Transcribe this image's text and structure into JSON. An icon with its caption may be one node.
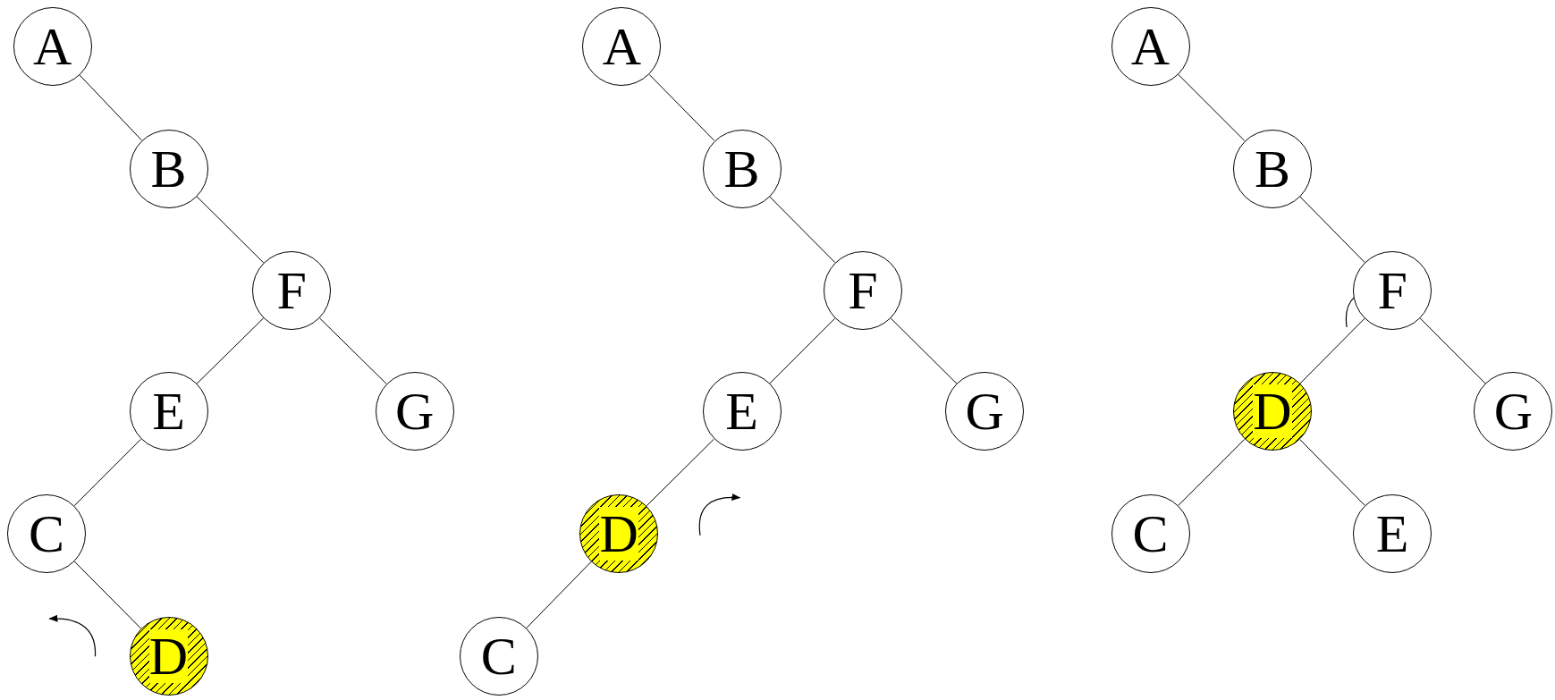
{
  "diagram": {
    "nodes": [
      {
        "text": [
          "A"
        ]
      },
      {
        "text": [
          "B"
        ]
      },
      {
        "text": [
          "F"
        ]
      },
      {
        "text": [
          "E"
        ]
      },
      {
        "text": [
          "G"
        ]
      },
      {
        "text": [
          "C"
        ]
      },
      {
        "text": [
          "D"
        ]
      },
      {
        "text": [
          "A"
        ]
      },
      {
        "text": [
          "B"
        ]
      },
      {
        "text": [
          "F"
        ]
      },
      {
        "text": [
          "E"
        ]
      },
      {
        "text": [
          "G"
        ]
      },
      {
        "text": [
          "D"
        ]
      },
      {
        "text": [
          "C"
        ]
      },
      {
        "text": [
          "A"
        ]
      },
      {
        "text": [
          "B"
        ]
      },
      {
        "text": [
          "F"
        ]
      },
      {
        "text": [
          "D"
        ]
      },
      {
        "text": [
          "G"
        ]
      },
      {
        "text": [
          "C"
        ]
      },
      {
        "text": [
          "E"
        ]
      }
    ],
    "edges": [
      {
        "from": 0,
        "to": 1,
        "arrow": "none"
      },
      {
        "from": 1,
        "to": 2,
        "arrow": "none"
      },
      {
        "from": 2,
        "to": 3,
        "arrow": "none"
      },
      {
        "from": 2,
        "to": 4,
        "arrow": "none"
      },
      {
        "from": 3,
        "to": 5,
        "arrow": "none"
      },
      {
        "from": 5,
        "to": 6,
        "arrow": "none"
      },
      {
        "from": 7,
        "to": 8,
        "arrow": "none"
      },
      {
        "from": 8,
        "to": 9,
        "arrow": "none"
      },
      {
        "from": 9,
        "to": 10,
        "arrow": "none"
      },
      {
        "from": 9,
        "to": 11,
        "arrow": "none"
      },
      {
        "from": 10,
        "to": 12,
        "arrow": "none"
      },
      {
        "from": 12,
        "to": 13,
        "arrow": "none"
      },
      {
        "from": 14,
        "to": 15,
        "arrow": "none"
      },
      {
        "from": 15,
        "to": 16,
        "arrow": "none"
      },
      {
        "from": 16,
        "to": 17,
        "arrow": "none"
      },
      {
        "from": 16,
        "to": 18,
        "arrow": "none"
      },
      {
        "from": 17,
        "to": 19,
        "arrow": "none"
      },
      {
        "from": 17,
        "to": 20,
        "arrow": "none"
      }
    ]
  }
}
